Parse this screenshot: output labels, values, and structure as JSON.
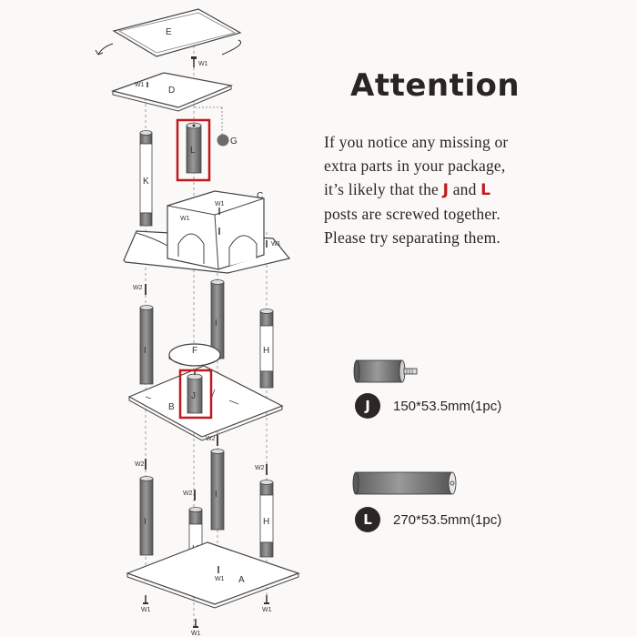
{
  "attention": {
    "title": "Attention",
    "line1": "If you notice any missing or",
    "line2": "extra parts in your package,",
    "line3_before": "it’s likely that the",
    "j_letter": "J",
    "and_word": "and",
    "l_letter": "L",
    "line4": "posts are screwed together.",
    "line5": "Please try separating them.",
    "highlight_color": "#c2171d"
  },
  "parts": [
    {
      "letter": "J",
      "spec": "150*53.5mm(1pc)"
    },
    {
      "letter": "L",
      "spec": "270*53.5mm(1pc)"
    }
  ],
  "diagram_labels": {
    "e": "E",
    "d": "D",
    "c": "C",
    "g": "G",
    "l": "L",
    "k": "K",
    "i": "I",
    "h": "H",
    "f": "F",
    "j": "J",
    "b": "B",
    "a": "A",
    "w1": "W1",
    "w2": "W2"
  }
}
